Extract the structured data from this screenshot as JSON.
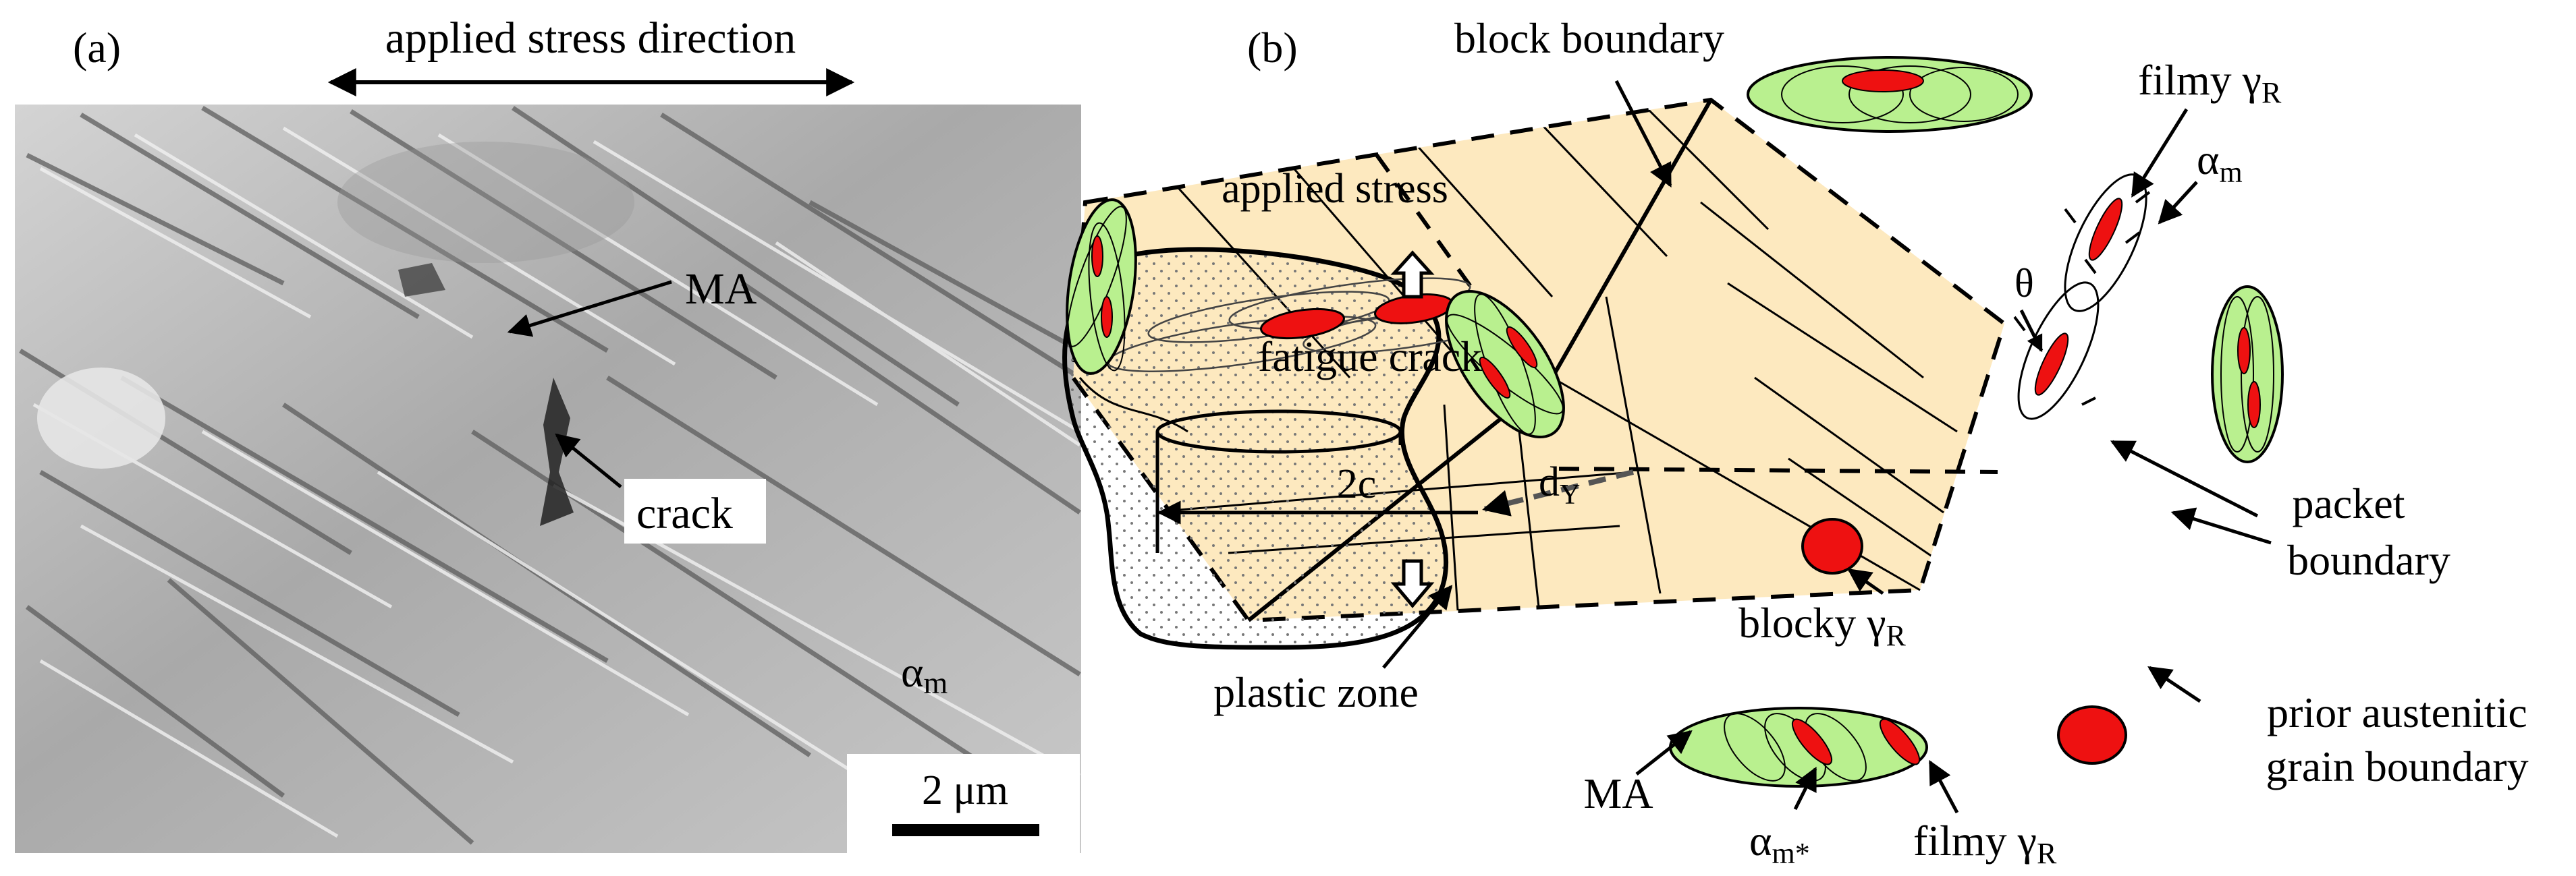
{
  "panel_a": {
    "label": "(a)",
    "stress_direction_label": "applied stress direction",
    "ma_label": "MA",
    "crack_label": "crack",
    "alpha_base": "α",
    "alpha_sub": "m",
    "scale_label": "2 μm"
  },
  "panel_b": {
    "label": "(b)",
    "block_boundary": "block boundary",
    "applied_stress": "applied stress",
    "fatigue_crack": "fatigue crack",
    "two_c": "2c",
    "d_base": "d",
    "d_sub": "Y",
    "plastic_zone": "plastic zone",
    "theta": "θ",
    "filmy_top_base": "filmy γ",
    "filmy_top_sub": "R",
    "alpha_m_base": "α",
    "alpha_m_sub": "m",
    "packet_line1": "packet",
    "packet_line2": "boundary",
    "blocky_base": "blocky γ",
    "blocky_sub": "R",
    "prior_line1": "prior  austenitic",
    "prior_line2": "grain boundary",
    "ma_label": "MA",
    "alpha_ms_base": "α",
    "alpha_ms_sub": "m*",
    "filmy_bottom_base": "filmy γ",
    "filmy_bottom_sub": "R"
  },
  "colors": {
    "grain_fill": "#fde9bf",
    "ma_green": "#b9f08f",
    "austenite_red": "#ee1111",
    "micrograph_gray": "#b8b8b8"
  }
}
